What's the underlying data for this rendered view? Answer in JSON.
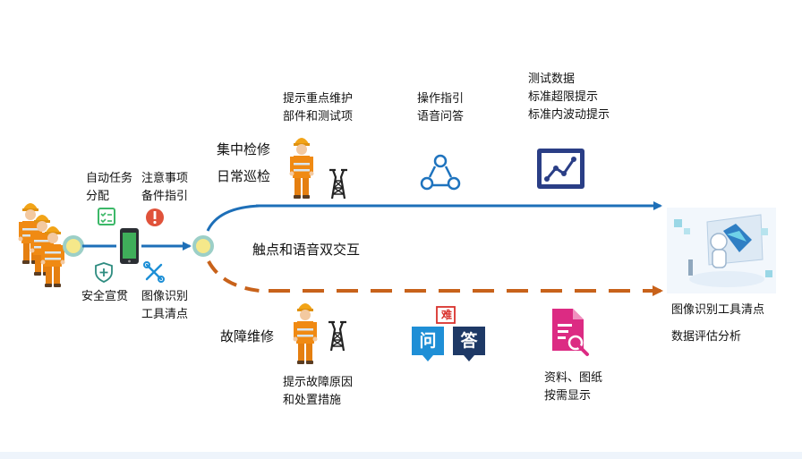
{
  "left": {
    "task_label": [
      "自动任务",
      "分配"
    ],
    "notice_label": [
      "注意事项",
      "备件指引"
    ],
    "safety_label": "安全宣贯",
    "tools_label": [
      "图像识别",
      "工具清点"
    ]
  },
  "upper": {
    "overhaul": "集中检修",
    "patrol": "日常巡检",
    "hint": [
      "提示重点维护",
      "部件和测试项"
    ],
    "operation": [
      "操作指引",
      "语音问答"
    ],
    "testdata": [
      "测试数据",
      "标准超限提示",
      "标准内波动提示"
    ]
  },
  "interaction_label": "触点和语音双交互",
  "lower": {
    "fault": "故障维修",
    "hint": [
      "提示故障原因",
      "和处置措施"
    ],
    "qa_hard": "难",
    "qa_ask": "问",
    "qa_answer": "答",
    "docs": [
      "资料、图纸",
      "按需显示"
    ]
  },
  "right": {
    "tools": "图像识别工具清点",
    "analysis": "数据评估分析"
  },
  "colors": {
    "blue_line": "#1d6fb8",
    "orange_line": "#c8621a",
    "node_fill": "#f5e88a",
    "node_ring": "#9ccfc7",
    "qa_blue": "#1f8fd6",
    "qa_navy": "#1e3966",
    "qa_red": "#d9322c",
    "doc_pink": "#dc2b83",
    "chart_navy": "#2a3e86",
    "alert_red": "#e0523a",
    "check_green": "#3cb868",
    "shield_teal": "#2e8c80"
  },
  "icons": [
    "worker-icon",
    "phone-icon",
    "checklist-icon",
    "alert-icon",
    "shield-icon",
    "tools-icon",
    "tower-icon",
    "network-icon",
    "line-chart-icon",
    "qa-icon",
    "document-search-icon",
    "robot-screen-icon"
  ]
}
